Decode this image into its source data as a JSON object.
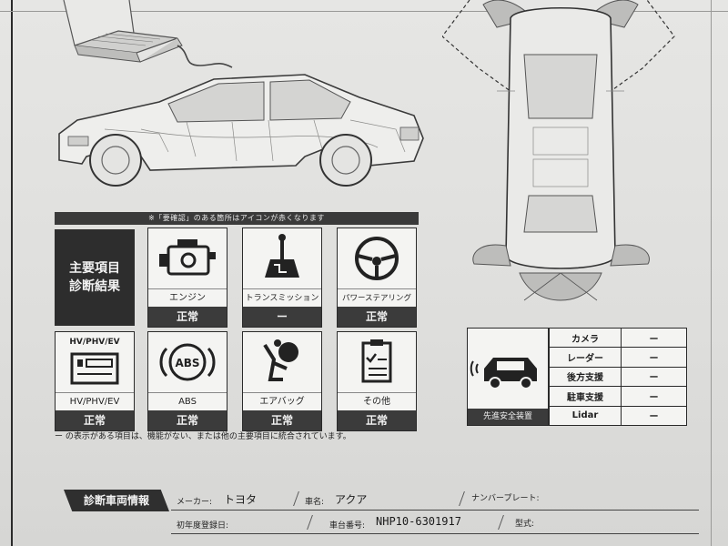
{
  "notice": "※「要確認」のある箇所はアイコンが赤くなります",
  "main_title": {
    "line1": "主要項目",
    "line2": "診断結果"
  },
  "tiles": [
    {
      "label": "エンジン",
      "status": "正常",
      "icon": "engine-icon"
    },
    {
      "label": "トランスミッション",
      "status": "ー",
      "icon": "gear-shift-icon"
    },
    {
      "label": "パワーステアリング",
      "status": "正常",
      "icon": "steering-wheel-icon"
    },
    {
      "header": "HV/PHV/EV",
      "label": "HV/PHV/EV",
      "status": "正常",
      "icon": "battery-panel-icon"
    },
    {
      "label": "ABS",
      "status": "正常",
      "icon": "abs-icon"
    },
    {
      "label": "エアバッグ",
      "status": "正常",
      "icon": "airbag-icon"
    },
    {
      "label": "その他",
      "status": "正常",
      "icon": "checklist-icon"
    }
  ],
  "footnote": "ー の表示がある項目は、機能がない、または他の主要項目に統合されています。",
  "adas": {
    "label": "先進安全装置",
    "icon": "car-sensor-icon",
    "rows": [
      {
        "name": "カメラ",
        "value": "ー"
      },
      {
        "name": "レーダー",
        "value": "ー"
      },
      {
        "name": "後方支援",
        "value": "ー"
      },
      {
        "name": "駐車支援",
        "value": "ー"
      },
      {
        "name": "Lidar",
        "value": "ー"
      }
    ]
  },
  "vehicle": {
    "title": "診断車両情報",
    "maker_label": "メーカー:",
    "maker_value": "トヨタ",
    "car_name_label": "車名:",
    "car_name_value": "アクア",
    "plate_label": "ナンバープレート:",
    "plate_value": "",
    "first_reg_label": "初年度登録日:",
    "first_reg_value": "",
    "chassis_label": "車台番号:",
    "chassis_value": "NHP10-6301917",
    "model_label": "型式:",
    "model_value": ""
  }
}
